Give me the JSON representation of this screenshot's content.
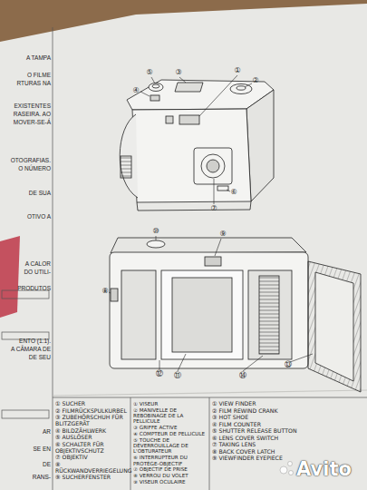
{
  "diagram": {
    "labels": [
      "A TAMPA",
      "O FILME",
      "RTURAS NA",
      "EXISTENTES",
      "RASEIRA. AO",
      "MOVER-SE-Á",
      "OTOGRAFIAS.",
      "O NÚMERO",
      "DE SUA",
      "OTIVO A",
      "A CALOR",
      "DO UTILI-",
      "PRODUTOS",
      "ENTO (1.1).",
      "A CÂMARA DE",
      "DE SEU",
      "AR",
      "SE EN",
      "DE",
      "RANS-",
      "①",
      "②",
      "③",
      "④",
      "⑤",
      "⑥",
      "⑦",
      "⑧",
      "⑨",
      "⑩",
      "⑪",
      "⑫",
      "⑬",
      "⑭",
      "① SUCHER",
      "② FILMRÜCKSPULKURBEL",
      "③ ZUBEHÖRSCHUH FÜR BLITZGERÄT",
      "④ BILDZÄHLWERK",
      "⑤ AUSLÖSER",
      "⑥ SCHALTER FÜR OBJEKTIVSCHUTZ",
      "⑦ OBJEKTIV",
      "⑧ RÜCKWANDVERRIEGELUNG",
      "⑨ SUCHERFENSTER",
      "① VISEUR",
      "② MANIVELLE DE REBOBINAGE DE LA PELLICULE",
      "③ GRIFFE ACTIVE",
      "④ COMPTEUR DE PELLICULE",
      "⑤ TOUCHE DE DÉVERROUILLAGE DE L'OBTURATEUR",
      "⑥ INTERRUPTEUR DU PROTÈGE-OBJECTIF",
      "⑦ OBJECTIF DE PRISE",
      "⑧ VERROU DU VOLET",
      "⑨ VISEUR OCULAIRE",
      "① VIEW FINDER",
      "② FILM REWIND CRANK",
      "③ HOT SHOE",
      "④ FILM COUNTER",
      "⑤ SHUTTER RELEASE BUTTON",
      "⑥ LENS COVER SWITCH",
      "⑦ TAKING LENS",
      "⑧ BACK COVER LATCH",
      "⑨ VIEWFINDER EYEPIECE",
      "Avito"
    ]
  }
}
